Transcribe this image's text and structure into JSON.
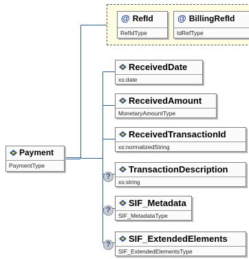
{
  "root": {
    "name": "Payment",
    "type": "PaymentType"
  },
  "attributes": [
    {
      "name": "RefId",
      "type": "RefIdType"
    },
    {
      "name": "BillingRefId",
      "type": "IdRefType"
    }
  ],
  "elements": [
    {
      "name": "ReceivedDate",
      "type": "xs:date",
      "optional": false
    },
    {
      "name": "ReceivedAmount",
      "type": "MonetaryAmountType",
      "optional": false
    },
    {
      "name": "ReceivedTransactionId",
      "type": "xs:normalizedString",
      "optional": false
    },
    {
      "name": "TransactionDescription",
      "type": "xs:string",
      "optional": true
    },
    {
      "name": "SIF_Metadata",
      "type": "SIF_MetadataType",
      "optional": true
    },
    {
      "name": "SIF_ExtendedElements",
      "type": "SIF_ExtendedElementsType",
      "optional": true
    }
  ],
  "icons": {
    "attribute": "@",
    "optional": "?",
    "element": "element-diamond-icon"
  },
  "colors": {
    "connector": "#2e5f8e",
    "attr_bg": "#fdfde2",
    "node_bg": "#fbfbfb"
  }
}
